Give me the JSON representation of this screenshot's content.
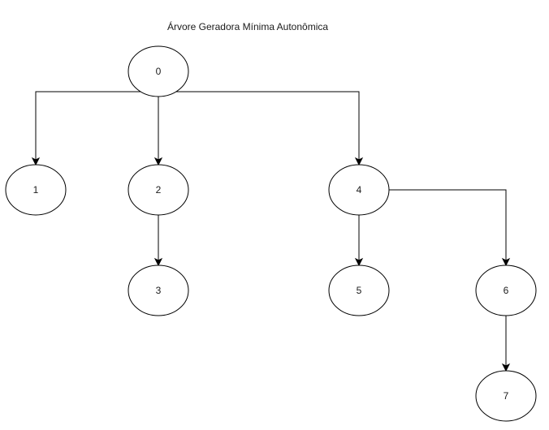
{
  "title": "Árvore Geradora Mínima Autonômica",
  "nodes": [
    {
      "id": "0",
      "label": "0"
    },
    {
      "id": "1",
      "label": "1"
    },
    {
      "id": "2",
      "label": "2"
    },
    {
      "id": "3",
      "label": "3"
    },
    {
      "id": "4",
      "label": "4"
    },
    {
      "id": "5",
      "label": "5"
    },
    {
      "id": "6",
      "label": "6"
    },
    {
      "id": "7",
      "label": "7"
    }
  ],
  "edges": [
    {
      "from": "0",
      "to": "1"
    },
    {
      "from": "0",
      "to": "2"
    },
    {
      "from": "0",
      "to": "4"
    },
    {
      "from": "2",
      "to": "3"
    },
    {
      "from": "4",
      "to": "5"
    },
    {
      "from": "4",
      "to": "6"
    },
    {
      "from": "6",
      "to": "7"
    }
  ],
  "colors": {
    "stroke": "#000000",
    "node_fill": "#ffffff",
    "text": "#1a1a1a"
  }
}
